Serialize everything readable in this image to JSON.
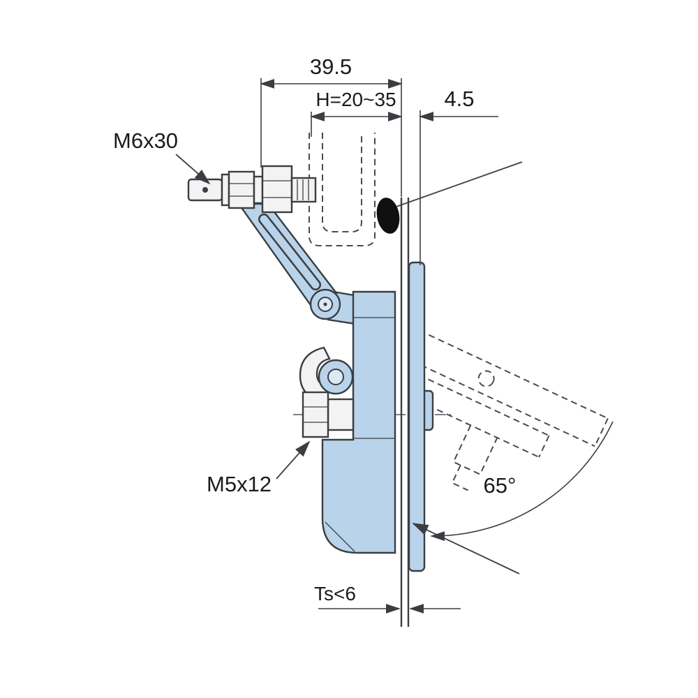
{
  "drawing": {
    "labels": {
      "top_width": "39.5",
      "grip_range": "H=20~35",
      "panel_offset": "4.5",
      "mounting_screw": "M6x30",
      "adjust_screw": "M5x12",
      "open_angle": "65°",
      "panel_thickness": "Ts<6"
    },
    "colors": {
      "part_fill": "#b9d3ea",
      "part_fill_light": "#dce8f4",
      "metal_fill": "#f3f3f3",
      "outline": "#3a3e42",
      "hidden_line": "#474b50",
      "rubber_pad": "#101010",
      "background": "#ffffff"
    }
  }
}
